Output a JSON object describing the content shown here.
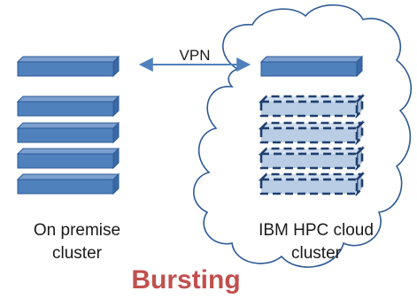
{
  "connection": {
    "label": "VPN"
  },
  "on_premise": {
    "label_line1": "On premise",
    "label_line2": "cluster",
    "server_count": 5
  },
  "cloud": {
    "label_line1": "IBM HPC cloud",
    "label_line2": "cluster",
    "solid_server_count": 1,
    "dashed_server_count": 4
  },
  "title": "Bursting",
  "colors": {
    "server_fill": "#4f81bd",
    "server_stroke": "#2c5a96",
    "dashed_fill": "#b9cde5",
    "arrow": "#4f81bd",
    "cloud_stroke": "#2c5a96",
    "title": "#c0504d"
  }
}
